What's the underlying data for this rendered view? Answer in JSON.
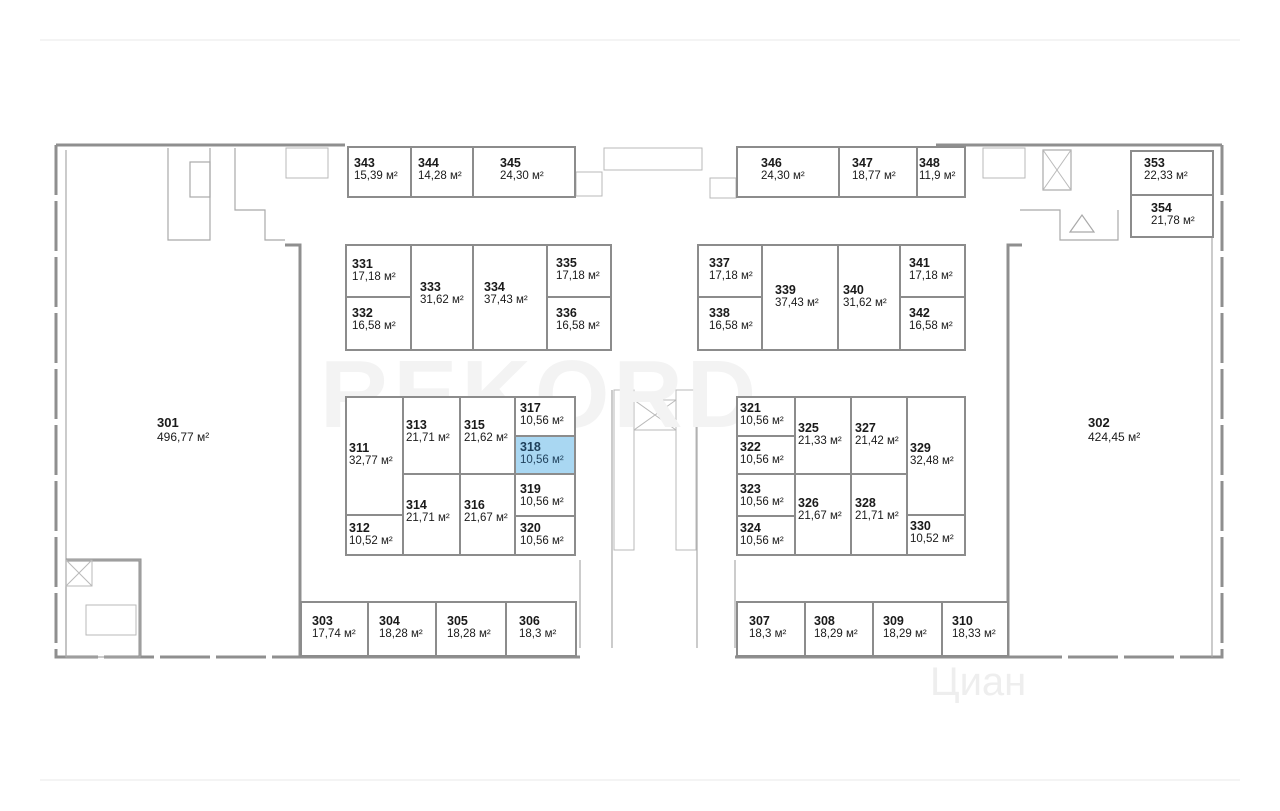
{
  "units": [
    {
      "id": "301",
      "area": "496,77 м²"
    },
    {
      "id": "302",
      "area": "424,45 м²"
    },
    {
      "id": "303",
      "area": "17,74 м²"
    },
    {
      "id": "304",
      "area": "18,28 м²"
    },
    {
      "id": "305",
      "area": "18,28 м²"
    },
    {
      "id": "306",
      "area": "18,3 м²"
    },
    {
      "id": "307",
      "area": "18,3 м²"
    },
    {
      "id": "308",
      "area": "18,29 м²"
    },
    {
      "id": "309",
      "area": "18,29 м²"
    },
    {
      "id": "310",
      "area": "18,33 м²"
    },
    {
      "id": "311",
      "area": "32,77 м²"
    },
    {
      "id": "312",
      "area": "10,52 м²"
    },
    {
      "id": "313",
      "area": "21,71 м²"
    },
    {
      "id": "314",
      "area": "21,71 м²"
    },
    {
      "id": "315",
      "area": "21,62 м²"
    },
    {
      "id": "316",
      "area": "21,67 м²"
    },
    {
      "id": "317",
      "area": "10,56 м²"
    },
    {
      "id": "318",
      "area": "10,56 м²",
      "selected": true
    },
    {
      "id": "319",
      "area": "10,56 м²"
    },
    {
      "id": "320",
      "area": "10,56 м²"
    },
    {
      "id": "321",
      "area": "10,56 м²"
    },
    {
      "id": "322",
      "area": "10,56 м²"
    },
    {
      "id": "323",
      "area": "10,56 м²"
    },
    {
      "id": "324",
      "area": "10,56 м²"
    },
    {
      "id": "325",
      "area": "21,33 м²"
    },
    {
      "id": "326",
      "area": "21,67 м²"
    },
    {
      "id": "327",
      "area": "21,42 м²"
    },
    {
      "id": "328",
      "area": "21,71 м²"
    },
    {
      "id": "329",
      "area": "32,48 м²"
    },
    {
      "id": "330",
      "area": "10,52 м²"
    },
    {
      "id": "331",
      "area": "17,18 м²"
    },
    {
      "id": "332",
      "area": "16,58 м²"
    },
    {
      "id": "333",
      "area": "31,62 м²"
    },
    {
      "id": "334",
      "area": "37,43 м²"
    },
    {
      "id": "335",
      "area": "17,18 м²"
    },
    {
      "id": "336",
      "area": "16,58 м²"
    },
    {
      "id": "337",
      "area": "17,18 м²"
    },
    {
      "id": "338",
      "area": "16,58 м²"
    },
    {
      "id": "339",
      "area": "37,43 м²"
    },
    {
      "id": "340",
      "area": "31,62 м²"
    },
    {
      "id": "341",
      "area": "17,18 м²"
    },
    {
      "id": "342",
      "area": "16,58 м²"
    },
    {
      "id": "343",
      "area": "15,39 м²"
    },
    {
      "id": "344",
      "area": "14,28 м²"
    },
    {
      "id": "345",
      "area": "24,30 м²"
    },
    {
      "id": "346",
      "area": "24,30 м²"
    },
    {
      "id": "347",
      "area": "18,77 м²"
    },
    {
      "id": "348",
      "area": "11,9 м²"
    },
    {
      "id": "353",
      "area": "22,33 м²"
    },
    {
      "id": "354",
      "area": "21,78 м²"
    }
  ],
  "colors": {
    "wall": "#8f8f8f",
    "selected": "#a9d7f2"
  },
  "watermark": "REKORD",
  "watermark_cian": "Циан"
}
